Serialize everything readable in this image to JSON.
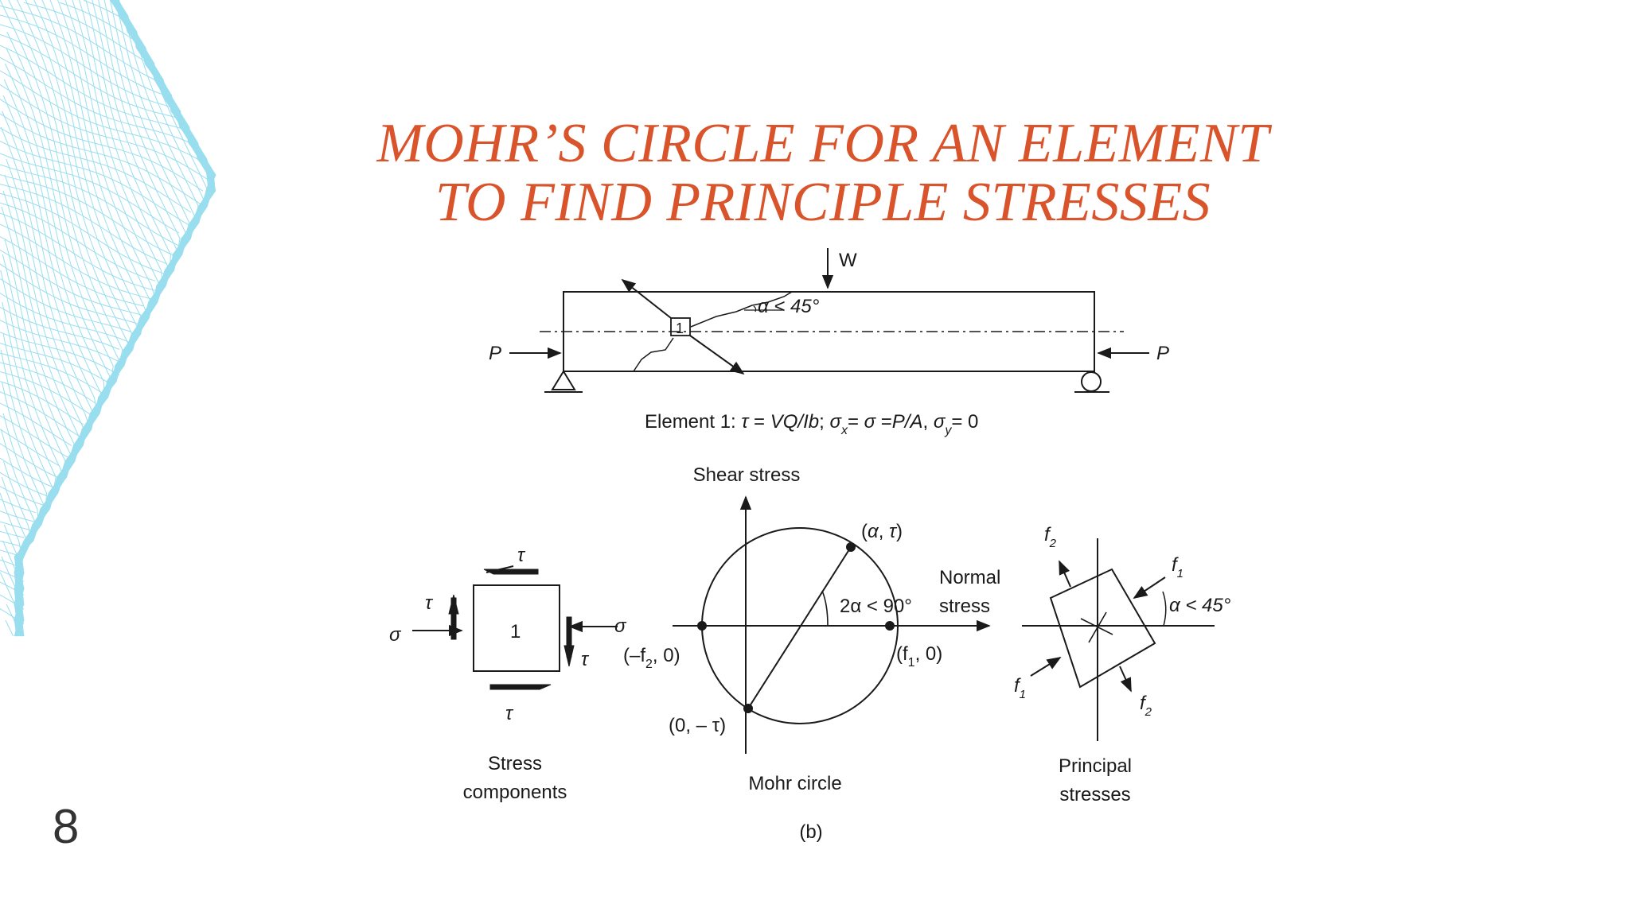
{
  "slide": {
    "title_line1": "MOHR’S CIRCLE FOR AN ELEMENT",
    "title_line2": "TO FIND PRINCIPLE STRESSES",
    "page_number": "8",
    "accent_color": "#d9532b",
    "decoration_color": "#7fd6ea"
  },
  "diagram": {
    "beam": {
      "load_label": "W",
      "angle_label": "α < 45°",
      "element_label": "1",
      "force_left": "P",
      "force_right": "P",
      "caption_prefix": "Element 1: ",
      "caption_tau": "τ",
      "caption_mid": " = ",
      "caption_vqib": "VQ/Ib",
      "caption_sep1": "; ",
      "caption_sigma": "σ",
      "caption_x": "x",
      "caption_eq1": "= ",
      "caption_sigma2": "σ",
      "caption_eq2": " =",
      "caption_pa": "P/A",
      "caption_sep2": ", ",
      "caption_sigma3": "σ",
      "caption_y": "y",
      "caption_zero": "= 0"
    },
    "stress_components": {
      "element_label": "1",
      "tau_top": "τ",
      "tau_left": "τ",
      "tau_right": "τ",
      "tau_bottom": "τ",
      "sigma_left": "σ",
      "sigma_right": "σ",
      "caption_line1": "Stress",
      "caption_line2": "components"
    },
    "mohr": {
      "y_axis_label": "Shear stress",
      "x_axis_label_line1": "Normal",
      "x_axis_label_line2": "stress",
      "point_top_open": "(",
      "point_top_alpha": "α",
      "point_top_mid": ", ",
      "point_top_tau": "τ",
      "point_top_close": ")",
      "angle_label": "2α < 90°",
      "point_left": "(–f",
      "point_left_sub": "2",
      "point_left_close": ", 0)",
      "point_right": "(f",
      "point_right_sub": "1",
      "point_right_close": ", 0)",
      "point_bottom": "(0, – τ)",
      "caption": "Mohr circle"
    },
    "principal": {
      "f2_top": "f",
      "f2_top_sub": "2",
      "f1_right": "f",
      "f1_right_sub": "1",
      "angle_label": "α < 45°",
      "f1_left": "f",
      "f1_left_sub": "1",
      "f2_bottom": "f",
      "f2_bottom_sub": "2",
      "caption_line1": "Principal",
      "caption_line2": "stresses"
    },
    "figure_label": "(b)"
  }
}
